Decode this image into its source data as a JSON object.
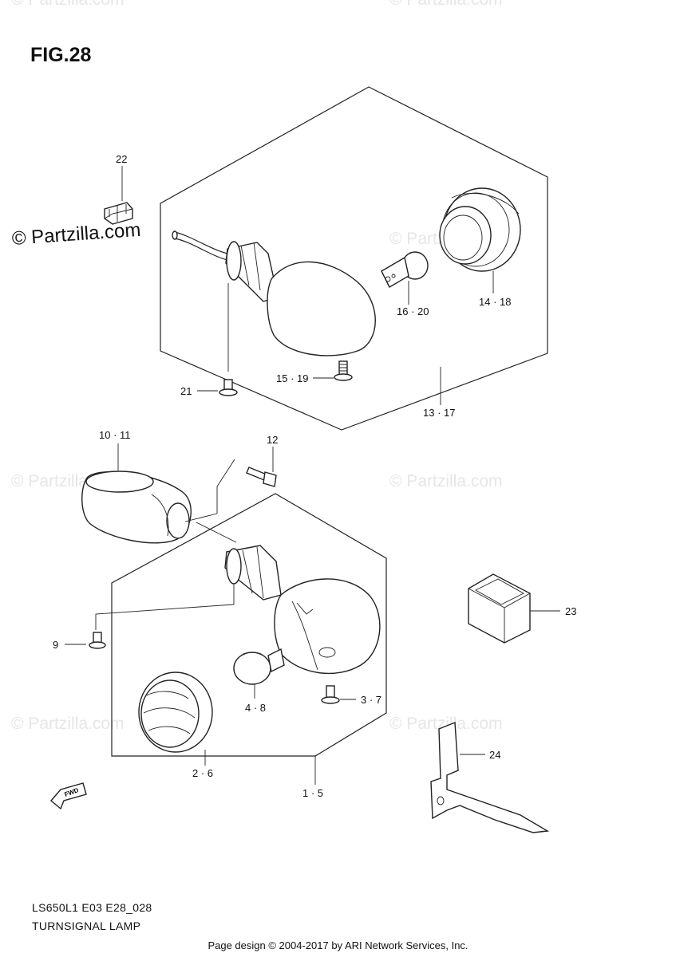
{
  "figure": {
    "title": "FIG.28"
  },
  "brand": {
    "copyright": "© Partzilla.com",
    "watermark": "© Partzilla.com"
  },
  "callouts": [
    {
      "id": "22",
      "text": "22"
    },
    {
      "id": "14-18",
      "text": "14 · 18"
    },
    {
      "id": "16-20",
      "text": "16 · 20"
    },
    {
      "id": "15-19",
      "text": "15 · 19"
    },
    {
      "id": "21",
      "text": "21"
    },
    {
      "id": "13-17",
      "text": "13 · 17"
    },
    {
      "id": "10-11",
      "text": "10 · 11"
    },
    {
      "id": "12",
      "text": "12"
    },
    {
      "id": "23",
      "text": "23"
    },
    {
      "id": "9",
      "text": "9"
    },
    {
      "id": "4-8",
      "text": "4 · 8"
    },
    {
      "id": "3-7",
      "text": "3 · 7"
    },
    {
      "id": "2-6",
      "text": "2 · 6"
    },
    {
      "id": "24",
      "text": "24"
    },
    {
      "id": "1-5",
      "text": "1 · 5"
    }
  ],
  "fwd": "FWD",
  "model_code": "LS650L1 E03 E28_028",
  "diagram_name": "TURNSIGNAL LAMP",
  "footer": "Page design © 2004-2017 by ARI Network Services, Inc."
}
